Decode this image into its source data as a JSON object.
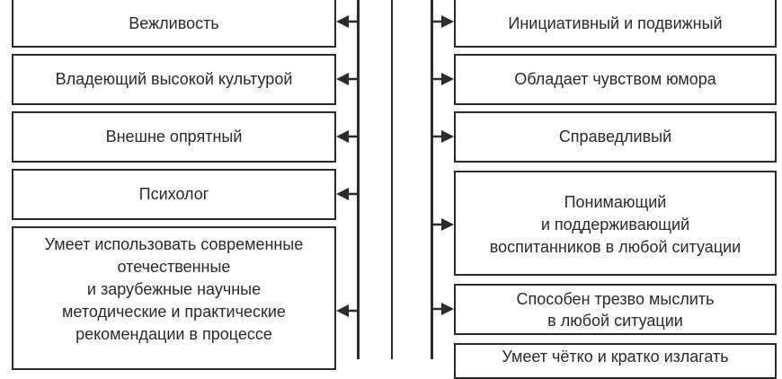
{
  "diagram": {
    "left_items": [
      {
        "label": "Вежливость"
      },
      {
        "label": "Владеющий высокой культурой"
      },
      {
        "label": "Внешне опрятный"
      },
      {
        "label": "Психолог"
      },
      {
        "label": "Умеет использовать современные\nотечественные\nи зарубежные научные\nметодические и практические\nрекомендации в процессе"
      }
    ],
    "right_items": [
      {
        "label": "Инициативный и подвижный"
      },
      {
        "label": "Обладает чувством юмора"
      },
      {
        "label": "Справедливый"
      },
      {
        "label": "Понимающий\nи поддерживающий\nвоспитанников в любой ситуации"
      },
      {
        "label": "Способен трезво мыслить\nв любой ситуации"
      },
      {
        "label": "Умеет чётко и кратко излагать"
      }
    ],
    "colors": {
      "stroke": "#2b2b2b",
      "background": "#ffffff",
      "text": "#2a2a2a"
    }
  }
}
